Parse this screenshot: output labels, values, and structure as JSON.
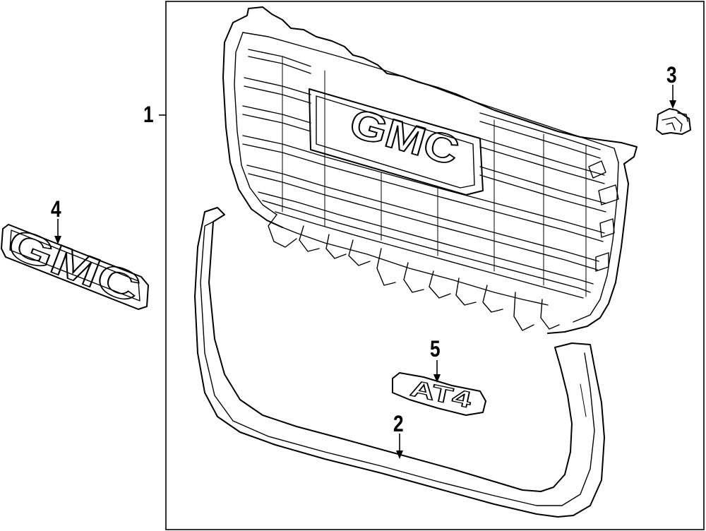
{
  "callouts": {
    "c1": "1",
    "c2": "2",
    "c3": "3",
    "c4": "4",
    "c5": "5"
  },
  "emblem": {
    "gmc_text": "GMC",
    "grille_badge_text": "GMC",
    "badge_text": "AT4"
  }
}
